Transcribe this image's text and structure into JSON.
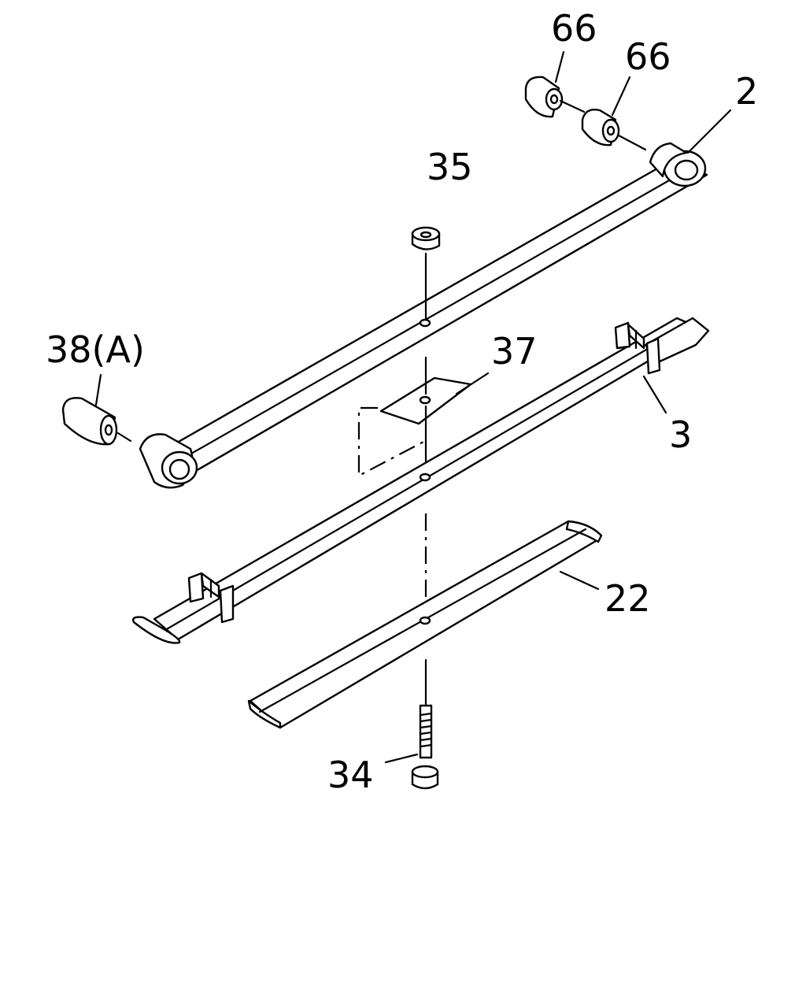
{
  "callouts": {
    "p66a": "66",
    "p66b": "66",
    "p2": "2",
    "p35": "35",
    "p38a": "38(A)",
    "p37": "37",
    "p3": "3",
    "p22": "22",
    "p34": "34"
  },
  "colors": {
    "line": "#000000",
    "background": "#ffffff"
  }
}
